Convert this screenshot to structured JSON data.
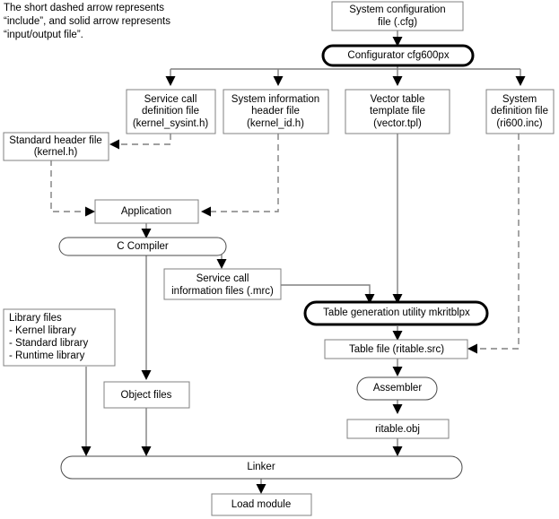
{
  "legend": {
    "line1": "The  short  dashed  arrow  represents",
    "line2": "“include”,  and  solid  arrow  represents",
    "line3": "“input/output file”."
  },
  "colors": {
    "background": "#ffffff",
    "box_stroke": "#808080",
    "bold_proc_stroke": "#000000",
    "connector": "#808080",
    "arrowhead": "#000000",
    "text": "#000000"
  },
  "nodes": {
    "system_config": {
      "shape": "rect",
      "lines": [
        "System configuration",
        "file (.cfg)"
      ]
    },
    "configurator": {
      "shape": "stadium-bold",
      "lines": [
        "Configurator cfg600px"
      ]
    },
    "service_call_def": {
      "shape": "rect",
      "lines": [
        "Service call",
        "definition file",
        "(kernel_sysint.h)"
      ]
    },
    "system_info_header": {
      "shape": "rect",
      "lines": [
        "System information",
        "header file",
        "(kernel_id.h)"
      ]
    },
    "vector_table_tpl": {
      "shape": "rect",
      "lines": [
        "Vector table",
        "template file",
        "(vector.tpl)"
      ]
    },
    "system_def_file": {
      "shape": "rect",
      "lines": [
        "System",
        "definition file",
        "(ri600.inc)"
      ]
    },
    "standard_header": {
      "shape": "rect",
      "lines": [
        "Standard header file",
        "(kernel.h)"
      ]
    },
    "application": {
      "shape": "rect",
      "lines": [
        "Application"
      ]
    },
    "c_compiler": {
      "shape": "stadium-thin",
      "lines": [
        "C Compiler"
      ]
    },
    "service_call_info": {
      "shape": "rect",
      "lines": [
        "Service call",
        "information files (.mrc)"
      ]
    },
    "library_files": {
      "shape": "rect-left",
      "lines": [
        "Library files",
        "- Kernel library",
        "- Standard library",
        "- Runtime library"
      ]
    },
    "table_gen_utility": {
      "shape": "stadium-bold",
      "lines": [
        "Table generation utility mkritblpx"
      ]
    },
    "table_file": {
      "shape": "rect",
      "lines": [
        "Table file (ritable.src)"
      ]
    },
    "object_files": {
      "shape": "rect",
      "lines": [
        "Object files"
      ]
    },
    "assembler": {
      "shape": "stadium-thin",
      "lines": [
        "Assembler"
      ]
    },
    "ritable_obj": {
      "shape": "rect",
      "lines": [
        "ritable.obj"
      ]
    },
    "linker": {
      "shape": "stadium-thin",
      "lines": [
        "Linker"
      ]
    },
    "load_module": {
      "shape": "rect",
      "lines": [
        "Load module"
      ]
    }
  },
  "edges": [
    {
      "from": "system_config",
      "to": "configurator",
      "style": "solid"
    },
    {
      "from": "configurator",
      "to": "service_call_def",
      "style": "solid"
    },
    {
      "from": "configurator",
      "to": "system_info_header",
      "style": "solid"
    },
    {
      "from": "configurator",
      "to": "vector_table_tpl",
      "style": "solid"
    },
    {
      "from": "configurator",
      "to": "system_def_file",
      "style": "solid"
    },
    {
      "from": "service_call_def",
      "to": "standard_header",
      "style": "dashed"
    },
    {
      "from": "standard_header",
      "to": "application",
      "style": "dashed"
    },
    {
      "from": "system_info_header",
      "to": "application",
      "style": "dashed"
    },
    {
      "from": "application",
      "to": "c_compiler",
      "style": "solid"
    },
    {
      "from": "c_compiler",
      "to": "service_call_info",
      "style": "solid"
    },
    {
      "from": "c_compiler",
      "to": "object_files",
      "style": "solid"
    },
    {
      "from": "service_call_info",
      "to": "table_gen_utility",
      "style": "solid"
    },
    {
      "from": "vector_table_tpl",
      "to": "table_gen_utility",
      "style": "solid"
    },
    {
      "from": "table_gen_utility",
      "to": "table_file",
      "style": "solid"
    },
    {
      "from": "system_def_file",
      "to": "table_file",
      "style": "dashed"
    },
    {
      "from": "table_file",
      "to": "assembler",
      "style": "solid"
    },
    {
      "from": "assembler",
      "to": "ritable_obj",
      "style": "solid"
    },
    {
      "from": "ritable_obj",
      "to": "linker",
      "style": "solid"
    },
    {
      "from": "object_files",
      "to": "linker",
      "style": "solid"
    },
    {
      "from": "library_files",
      "to": "linker",
      "style": "solid"
    },
    {
      "from": "linker",
      "to": "load_module",
      "style": "solid"
    }
  ]
}
